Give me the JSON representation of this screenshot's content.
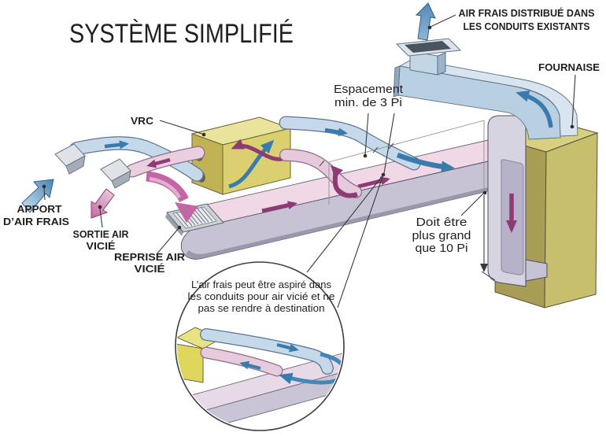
{
  "title": "SYSTÈME SIMPLIFIÉ",
  "labels": {
    "distributed_air": {
      "line1": "AIR FRAIS DISTRIBUÉ DANS",
      "line2": "LES CONDUITS EXISTANTS"
    },
    "furnace": "FOURNAISE",
    "vrc": "VRC",
    "spacing": {
      "line1": "Espacement",
      "line2": "min. de 3 Pi"
    },
    "fresh_air_supply": {
      "line1": "APPORT",
      "line2": "D’AIR FRAIS"
    },
    "stale_air_exit": {
      "line1": "SORTIE AIR",
      "line2": "VICIÉ"
    },
    "stale_air_return": {
      "line1": "REPRISE AIR",
      "line2": "VICIÉ"
    },
    "distance": {
      "line1": "Doit être",
      "line2": "plus grand",
      "line3": "que 10 Pi"
    },
    "inset_note": {
      "line1": "L’air frais peut être aspiré dans",
      "line2": "les conduits pour air vicié et ne",
      "line3": "pas se rendre à destination"
    }
  },
  "colors": {
    "fresh_air_flow": "#3a7bae",
    "stale_air_flow": "#8e3a74",
    "duct_blue": "#c5d9ea",
    "duct_pink": "#e9cfe0",
    "trunk_top_pink": "#f0d8e6",
    "trunk_side_gray": "#c7c3d4",
    "vrc_yellow": "#dbd06f",
    "furnace_khaki": "#c8bf6e",
    "text": "#1f1f1f",
    "background": "#ffffff"
  }
}
